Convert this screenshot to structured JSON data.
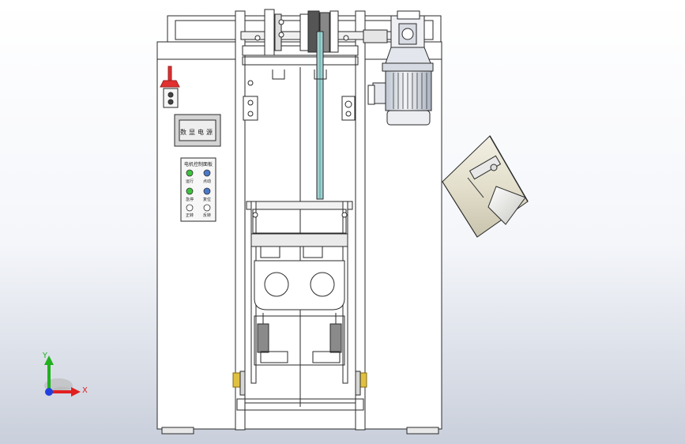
{
  "display_panel": {
    "label": "数显电源"
  },
  "control_panel": {
    "title": "电机控制面板",
    "buttons": [
      {
        "label": "运行",
        "color": "#3ec23e"
      },
      {
        "label": "点动",
        "color": "#4a78c8"
      },
      {
        "label": "急停",
        "color": "#3ec23e"
      },
      {
        "label": "复位",
        "color": "#4a78c8"
      },
      {
        "label": "正转",
        "color": "#ffffff"
      },
      {
        "label": "反转",
        "color": "#ffffff"
      }
    ]
  },
  "triad": {
    "x_label": "X",
    "y_label": "Y",
    "x_color": "#e02020",
    "y_color": "#20b020",
    "z_color": "#2040e0"
  },
  "colors": {
    "line": "#2a2a2a",
    "body": "#ffffff",
    "motor": "#d8dde6",
    "glass": "#9fd0d0",
    "bolt": "#e0c040",
    "alarm": "#e03030"
  }
}
